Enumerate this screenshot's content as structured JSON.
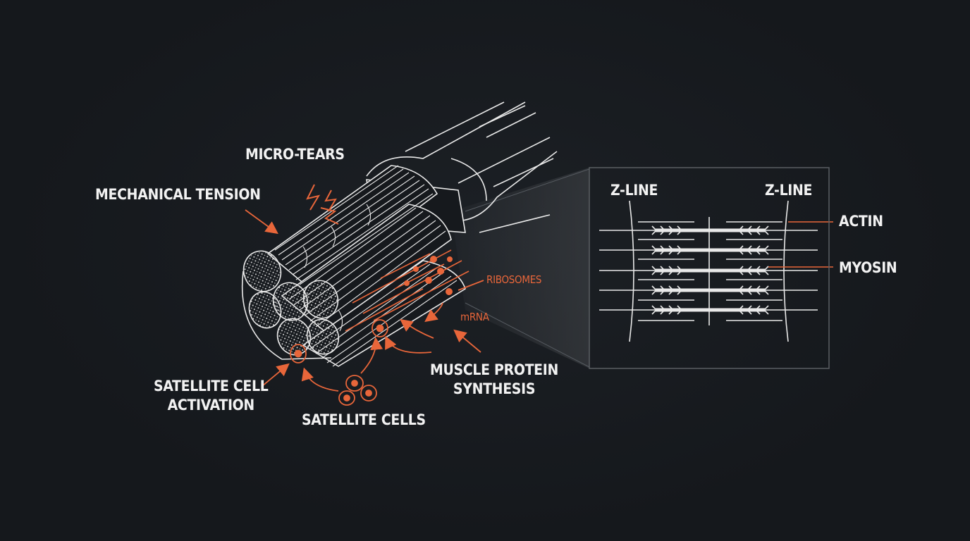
{
  "labels": {
    "micro_tears": "MICRO-TEARS",
    "mechanical_tension": "MECHANICAL TENSION",
    "ribosomes": "RIBOSOMES",
    "mrna": "mRNA",
    "muscle_protein_synthesis": [
      "MUSCLE PROTEIN",
      "SYNTHESIS"
    ],
    "satellite_cell_activation": [
      "SATELLITE CELL",
      "ACTIVATION"
    ],
    "satellite_cells": "SATELLITE CELLS",
    "z_line_left": "Z-LINE",
    "z_line_right": "Z-LINE",
    "actin": "ACTIN",
    "myosin": "MYOSIN"
  },
  "colors": {
    "background": "#16191d",
    "line": "#e9e9e9",
    "accent": "#e8663a",
    "panel_border": "#5a5e63"
  }
}
